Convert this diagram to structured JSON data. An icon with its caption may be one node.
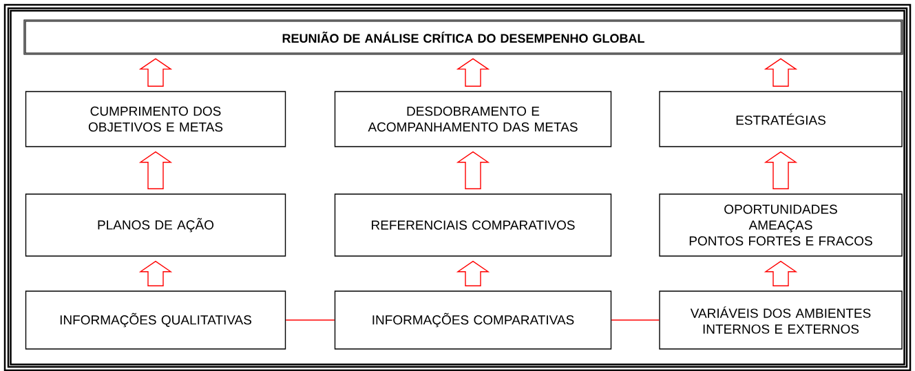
{
  "diagram": {
    "nodes": [
      {
        "text": [
          "REUNIÃO DE ANÁLISE CRÍTICA DO DESEMPENHO GLOBAL"
        ]
      },
      {
        "text": [
          "CUMPRIMENTO DOS OBJETIVOS E METAS"
        ]
      },
      {
        "text": [
          "DESDOBRAMENTO E ACOMPANHAMENTO DAS METAS"
        ]
      },
      {
        "text": [
          "ESTRATÉGIAS"
        ]
      },
      {
        "text": [
          "PLANOS DE AÇÃO"
        ]
      },
      {
        "text": [
          "REFERENCIAIS COMPARATIVOS"
        ]
      },
      {
        "text": [
          "OPORTUNIDADES",
          "AMEAÇAS",
          "PONTOS FORTES E FRACOS"
        ]
      },
      {
        "text": [
          "INFORMAÇÕES QUALITATIVAS"
        ]
      },
      {
        "text": [
          "INFORMAÇÕES COMPARATIVAS"
        ]
      },
      {
        "text": [
          "VARIÁVEIS DOS AMBIENTES INTERNOS E EXTERNOS"
        ]
      }
    ],
    "edges": [
      {
        "from": 1,
        "to": 0,
        "arrow": "to",
        "color": "#ff0000"
      },
      {
        "from": 2,
        "to": 0,
        "arrow": "to",
        "color": "#ff0000"
      },
      {
        "from": 3,
        "to": 0,
        "arrow": "to",
        "color": "#ff0000"
      },
      {
        "from": 4,
        "to": 1,
        "arrow": "to",
        "color": "#ff0000"
      },
      {
        "from": 5,
        "to": 2,
        "arrow": "to",
        "color": "#ff0000"
      },
      {
        "from": 6,
        "to": 3,
        "arrow": "to",
        "color": "#ff0000"
      },
      {
        "from": 7,
        "to": 4,
        "arrow": "to",
        "color": "#ff0000"
      },
      {
        "from": 8,
        "to": 5,
        "arrow": "to",
        "color": "#ff0000"
      },
      {
        "from": 9,
        "to": 6,
        "arrow": "to",
        "color": "#ff0000"
      },
      {
        "from": 7,
        "to": 8,
        "arrow": "none",
        "color": "#ff0000"
      },
      {
        "from": 8,
        "to": 9,
        "arrow": "none",
        "color": "#ff0000"
      }
    ]
  }
}
